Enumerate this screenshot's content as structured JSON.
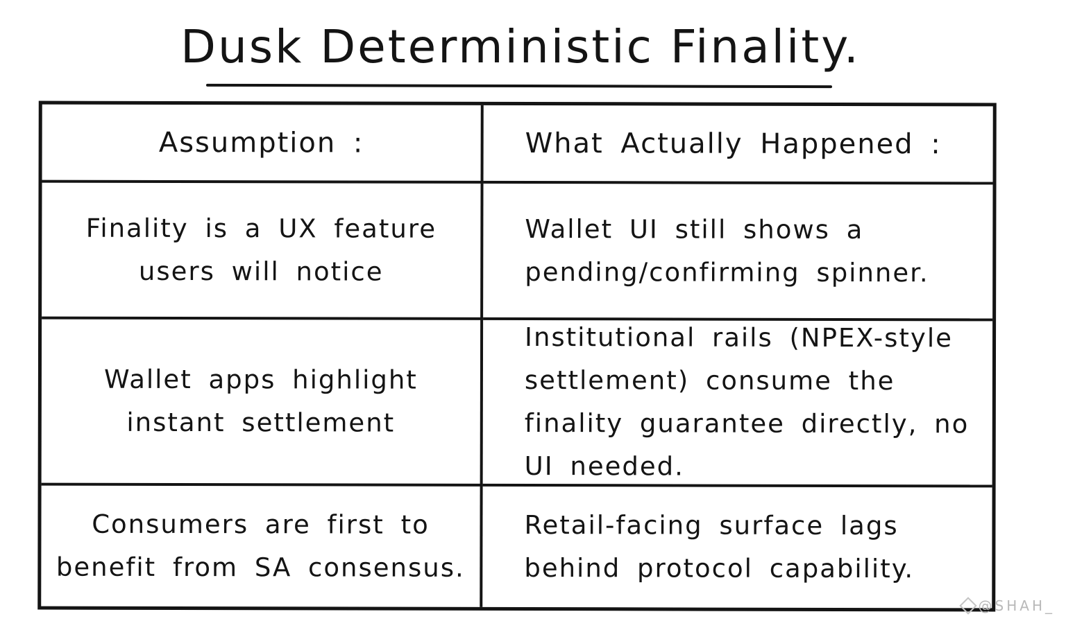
{
  "title": "Dusk Deterministic Finality.",
  "table": {
    "headers": [
      "Assumption :",
      "What Actually Happened :"
    ],
    "rows": [
      {
        "assumption": "Finality is a UX feature users will notice",
        "actual": "Wallet UI still shows a pending/confirming spinner."
      },
      {
        "assumption": "Wallet apps highlight instant settlement",
        "actual": "Institutional rails (NPEX-style settlement) consume the finality guarantee directly, no UI needed."
      },
      {
        "assumption": "Consumers are first to benefit from SA consensus.",
        "actual": "Retail-facing surface lags behind protocol capability."
      }
    ]
  },
  "watermark": "@SHAH_"
}
